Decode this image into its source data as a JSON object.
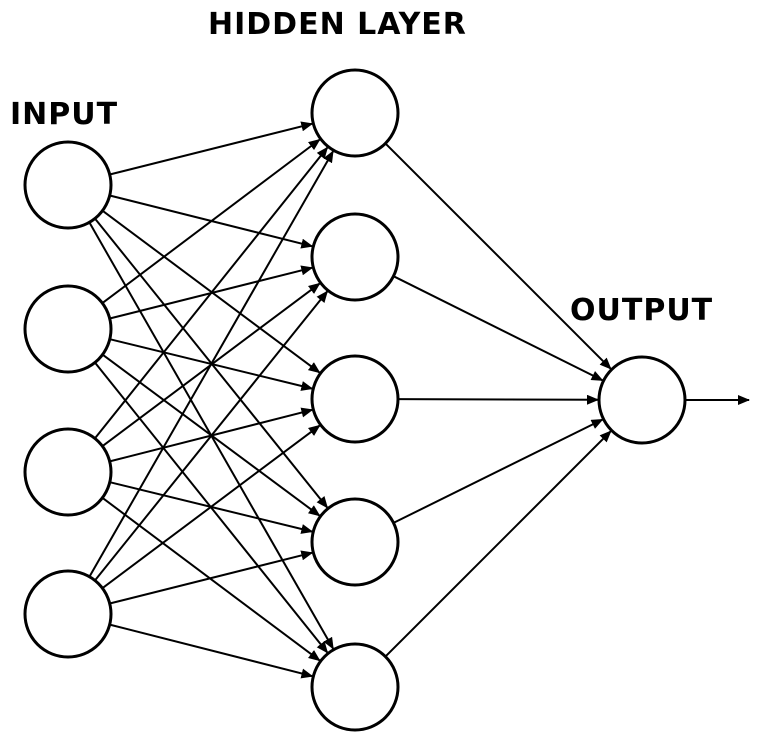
{
  "labels": {
    "hidden": "HIDDEN LAYER",
    "input": "INPUT",
    "output": "OUTPUT"
  },
  "layers": {
    "input": {
      "node_count": 4
    },
    "hidden": {
      "node_count": 5
    },
    "output": {
      "node_count": 1
    }
  },
  "connections": "fully-connected",
  "output_arrow": true,
  "colors": {
    "stroke": "#000000",
    "node_fill": "#ffffff",
    "background": "#ffffff"
  }
}
